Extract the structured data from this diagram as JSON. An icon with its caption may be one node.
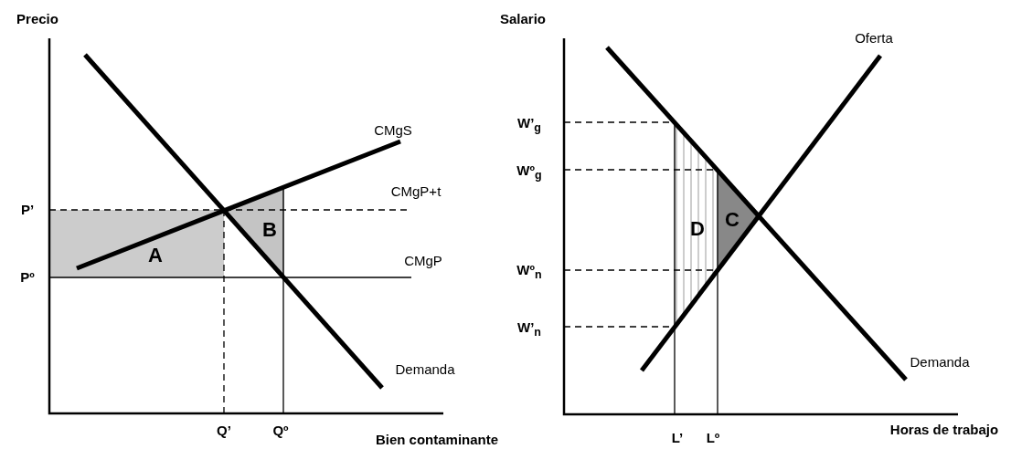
{
  "diagram": {
    "labels": [
      "Precio",
      "CMgS",
      "CMgP+t",
      "P’",
      "B",
      "A",
      "CMgP",
      "Pº",
      "Demanda",
      "Q’",
      "Qº",
      "Bien contaminante",
      "Salario",
      "Oferta",
      "W’$_{g}$",
      "Wº$_{g}$",
      "C",
      "D",
      "Wº$_{n}$",
      "W’$_{n}$",
      "Demanda",
      "L’",
      "Lº",
      "Horas de trabajo"
    ]
  }
}
